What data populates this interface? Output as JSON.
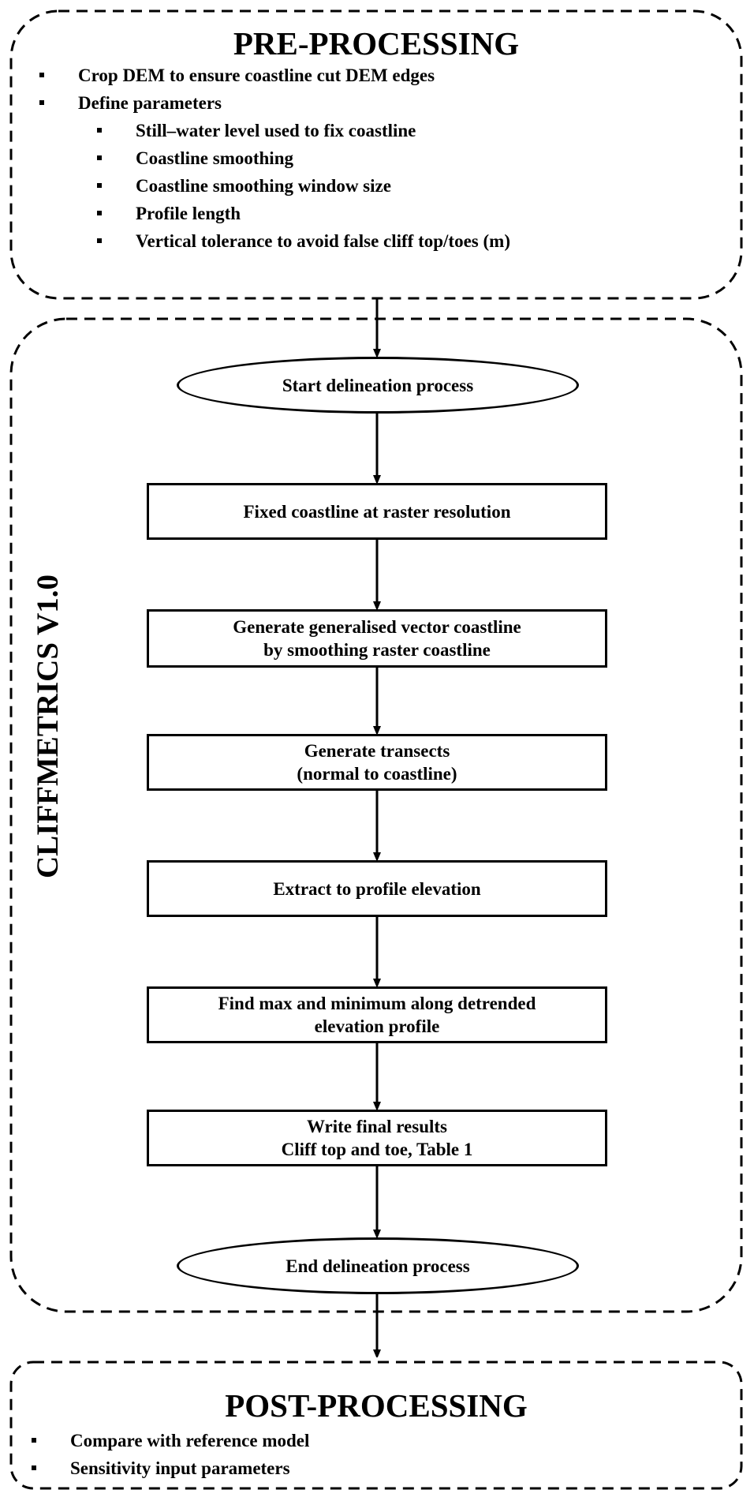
{
  "pre_processing": {
    "title": "PRE-PROCESSING",
    "items": [
      "Crop DEM to ensure coastline cut DEM edges",
      "Define parameters"
    ],
    "sub_items": [
      "Still–water level used to fix coastline",
      "Coastline smoothing",
      "Coastline smoothing window size",
      "Profile length",
      "Vertical tolerance to avoid false cliff top/toes (m)"
    ]
  },
  "cliffmetrics": {
    "label": "CLIFFMETRICS V1.0",
    "steps": [
      "Start  delineation process",
      "Fixed coastline at raster resolution",
      "Generate generalised vector coastline\nby smoothing raster coastline",
      "Generate transects\n(normal to coastline)",
      "Extract to profile elevation",
      "Find max and minimum along detrended\nelevation profile",
      "Write final results\nCliff top and toe, Table 1",
      "End delineation process"
    ]
  },
  "post_processing": {
    "title": "POST-PROCESSING",
    "items": [
      "Compare with reference model",
      "Sensitivity input parameters"
    ]
  }
}
